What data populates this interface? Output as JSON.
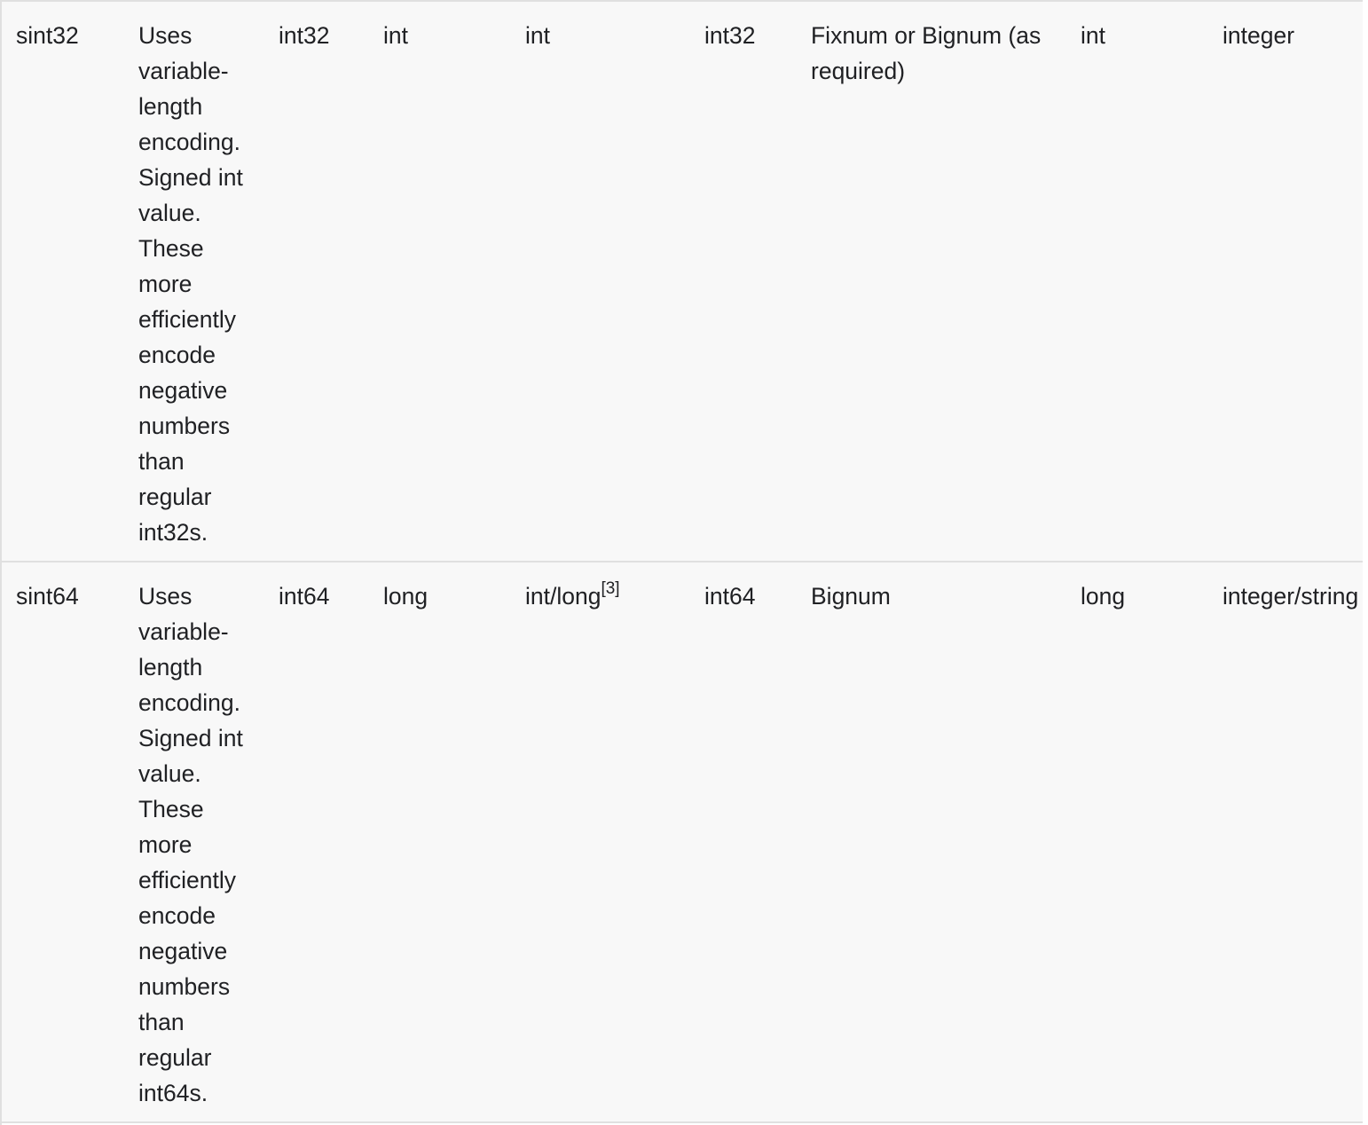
{
  "rows": [
    {
      "type": "sint32",
      "description": "Uses variable-length encoding. Signed int value. These more efficiently encode negative numbers than regular int32s.",
      "cpp": "int32",
      "java": "int",
      "python": "int",
      "python_note": "",
      "go": "int32",
      "ruby": "Fixnum or Bignum (as required)",
      "csharp": "int",
      "php": "integer"
    },
    {
      "type": "sint64",
      "description": "Uses variable-length encoding. Signed int value. These more efficiently encode negative numbers than regular int64s.",
      "cpp": "int64",
      "java": "long",
      "python": "int/long",
      "python_note": "[3]",
      "go": "int64",
      "ruby": "Bignum",
      "csharp": "long",
      "php": "integer/string"
    }
  ]
}
